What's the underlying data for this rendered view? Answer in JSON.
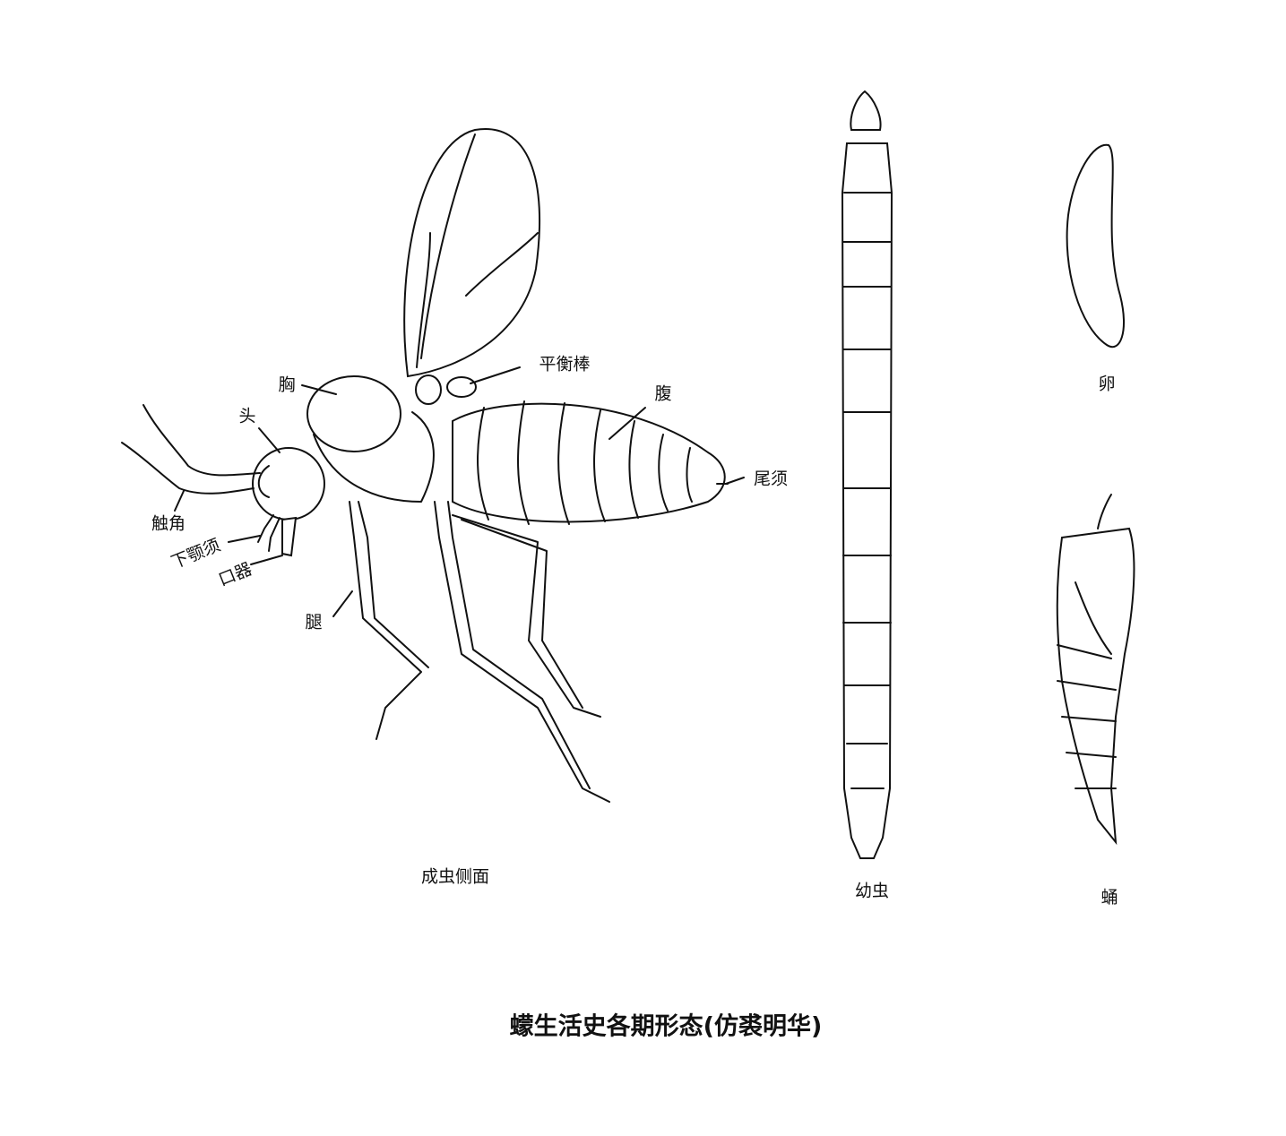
{
  "title": "蠓生活史各期形态(仿裘明华)",
  "adult": {
    "caption": "成虫侧面",
    "labels": {
      "thorax": "胸",
      "head": "头",
      "halteres": "平衡棒",
      "abdomen": "腹",
      "cerci": "尾须",
      "antenna": "触角",
      "maxillary_palp": "下颚须",
      "mouthparts": "口器",
      "leg": "腿"
    }
  },
  "larva": {
    "caption": "幼虫"
  },
  "egg": {
    "caption": "卵"
  },
  "pupa": {
    "caption": "蛹"
  }
}
